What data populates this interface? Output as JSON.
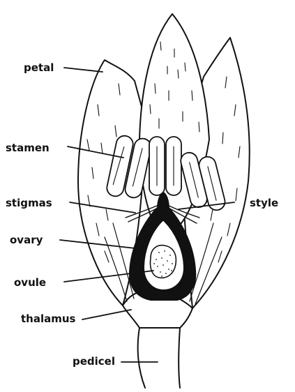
{
  "diagram": {
    "labels": {
      "petal": "petal",
      "stamen": "stamen",
      "stigmas": "stigmas",
      "style": "style",
      "ovary": "ovary",
      "ovule": "ovule",
      "thalamus": "thalamus",
      "pedicel": "pedicel"
    }
  },
  "colors": {
    "ink": "#111111",
    "paper": "#ffffff"
  }
}
